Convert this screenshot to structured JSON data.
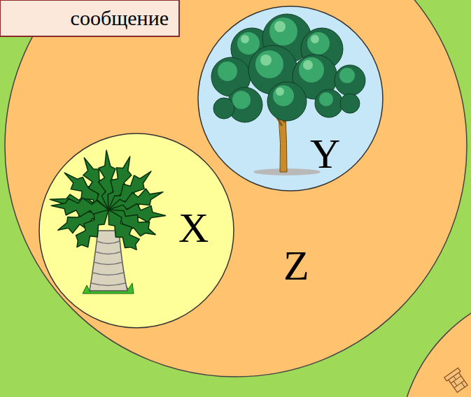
{
  "diagram": {
    "nodes": [
      {
        "text": [
          "сообщение"
        ]
      },
      {
        "text": [
          "Z"
        ]
      },
      {
        "text": [
          "Y"
        ],
        "in": 1
      },
      {
        "text": [
          "X"
        ],
        "in": 1
      }
    ]
  }
}
